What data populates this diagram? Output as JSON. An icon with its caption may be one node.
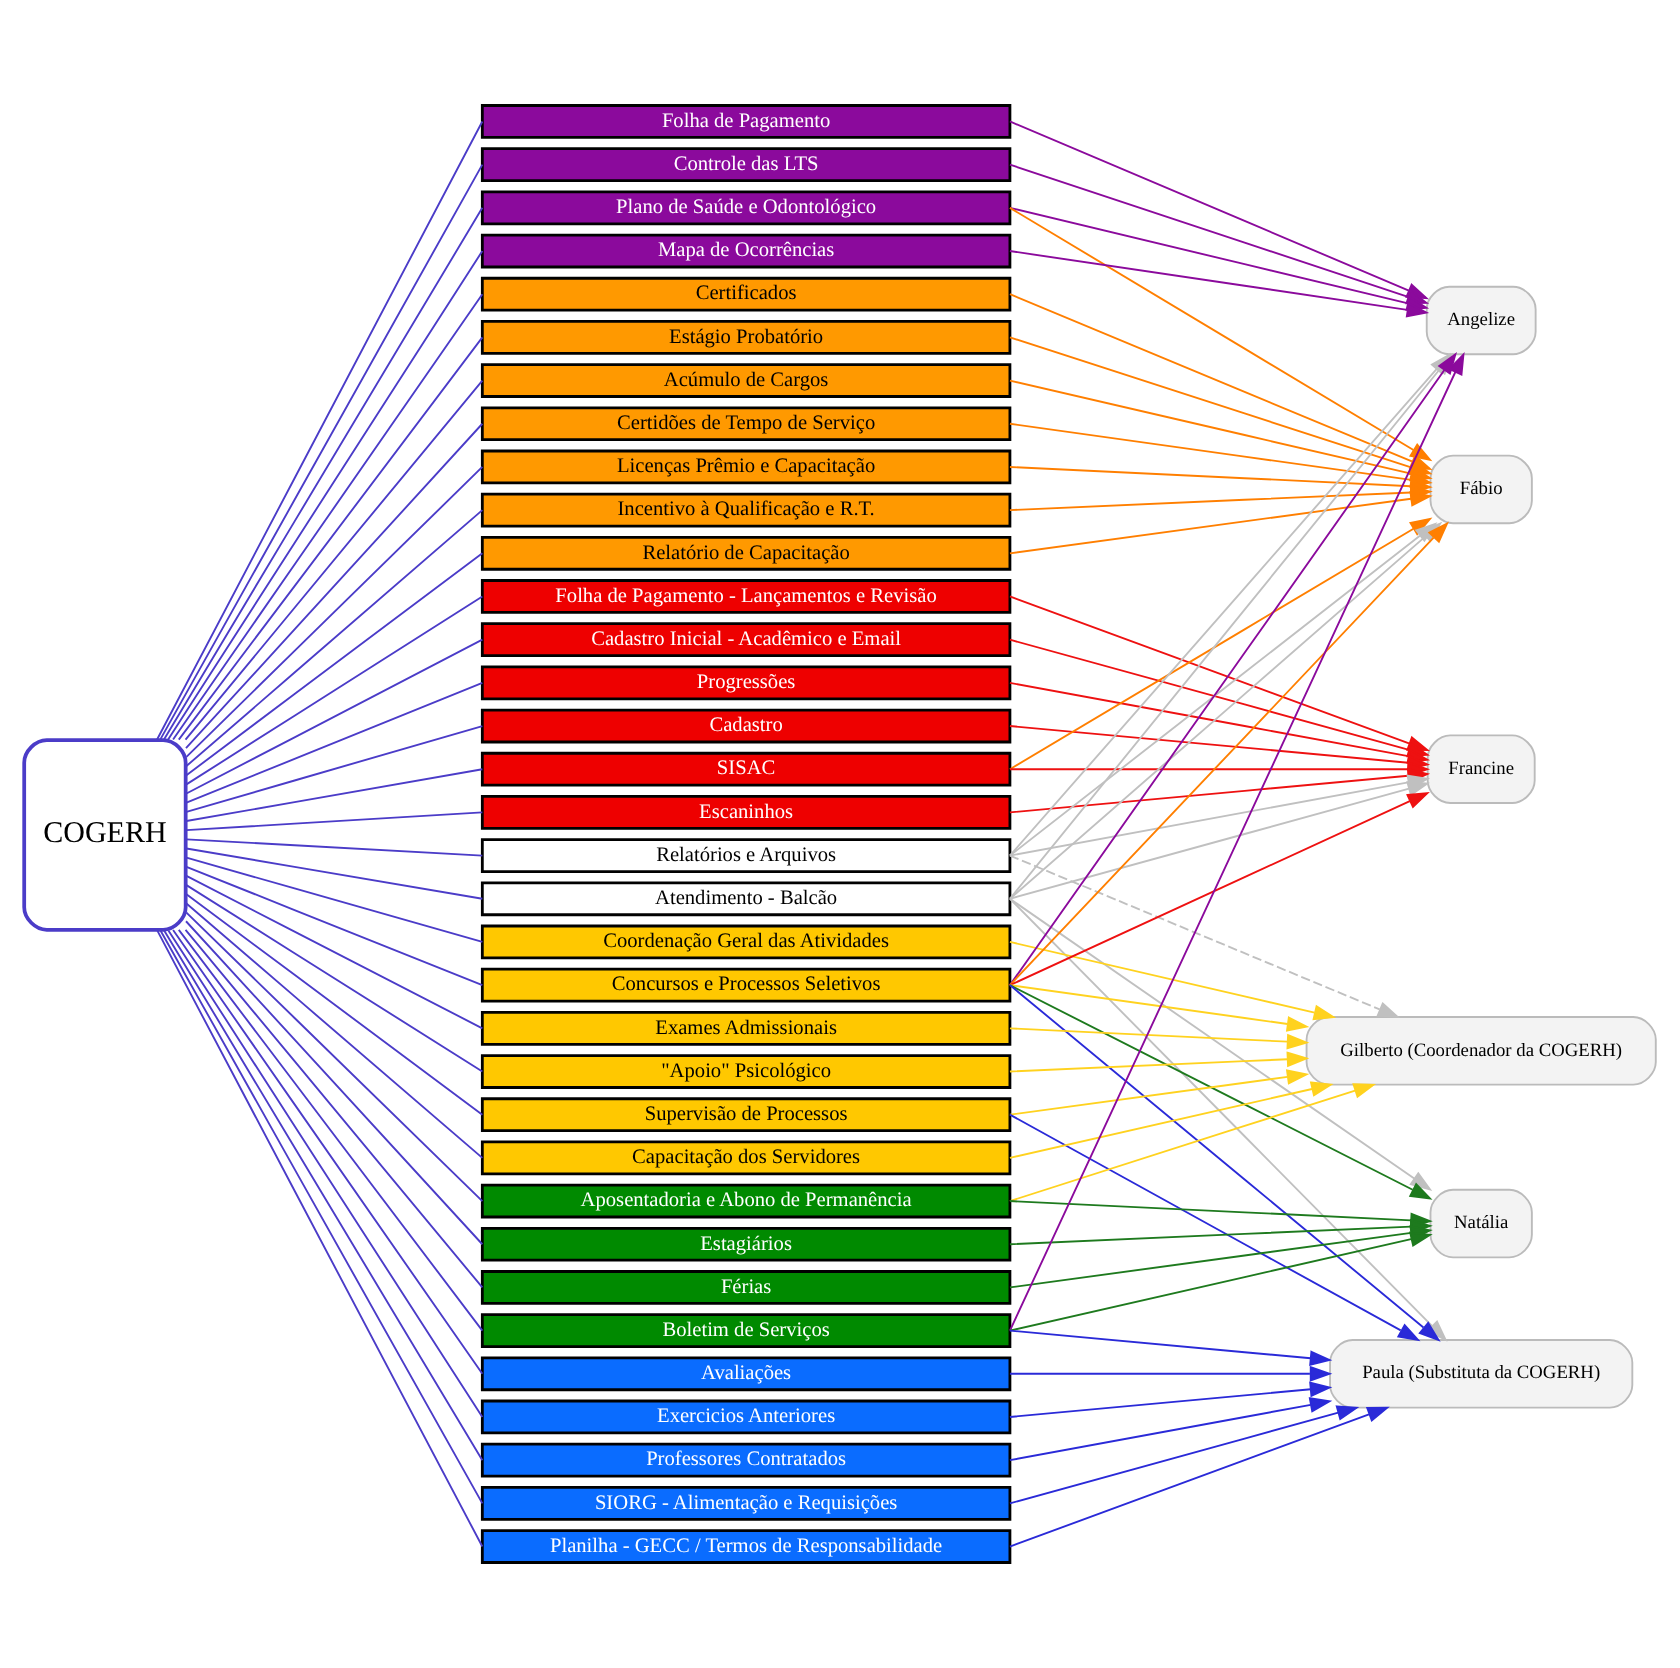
{
  "diagram": {
    "nodes": [
      {
        "text": [
          "COGERH"
        ]
      },
      {
        "text": [
          "Folha de Pagamento"
        ]
      },
      {
        "text": [
          "Controle das LTS"
        ]
      },
      {
        "text": [
          "Plano de Saúde e Odontológico"
        ]
      },
      {
        "text": [
          "Mapa de Ocorrências"
        ]
      },
      {
        "text": [
          "Certificados"
        ]
      },
      {
        "text": [
          "Estágio Probatório"
        ]
      },
      {
        "text": [
          "Acúmulo de Cargos"
        ]
      },
      {
        "text": [
          "Certidões de Tempo de Serviço"
        ]
      },
      {
        "text": [
          "Licenças Prêmio e Capacitação"
        ]
      },
      {
        "text": [
          "Incentivo à Qualificação e R.T."
        ]
      },
      {
        "text": [
          "Relatório de Capacitação"
        ]
      },
      {
        "text": [
          "Folha de Pagamento - Lançamentos e Revisão"
        ]
      },
      {
        "text": [
          "Cadastro Inicial - Acadêmico e Email"
        ]
      },
      {
        "text": [
          "Progressões"
        ]
      },
      {
        "text": [
          "Cadastro"
        ]
      },
      {
        "text": [
          "SISAC"
        ]
      },
      {
        "text": [
          "Escaninhos"
        ]
      },
      {
        "text": [
          "Relatórios e Arquivos"
        ]
      },
      {
        "text": [
          "Atendimento - Balcão"
        ]
      },
      {
        "text": [
          "Coordenação Geral das Atividades"
        ]
      },
      {
        "text": [
          "Concursos e Processos Seletivos"
        ]
      },
      {
        "text": [
          "Exames Admissionais"
        ]
      },
      {
        "text": [
          "\"Apoio\" Psicológico"
        ]
      },
      {
        "text": [
          "Supervisão de Processos"
        ]
      },
      {
        "text": [
          "Capacitação dos Servidores"
        ]
      },
      {
        "text": [
          "Aposentadoria e Abono de Permanência"
        ]
      },
      {
        "text": [
          "Estagiários"
        ]
      },
      {
        "text": [
          "Férias"
        ]
      },
      {
        "text": [
          "Boletim de Serviços"
        ]
      },
      {
        "text": [
          "Avaliações"
        ]
      },
      {
        "text": [
          "Exercicios Anteriores"
        ]
      },
      {
        "text": [
          "Professores Contratados"
        ]
      },
      {
        "text": [
          "SIORG - Alimentação e Requisições"
        ]
      },
      {
        "text": [
          "Planilha - GECC / Termos de Responsabilidade"
        ]
      },
      {
        "text": [
          "Angelize"
        ]
      },
      {
        "text": [
          "Fábio"
        ]
      },
      {
        "text": [
          "Francine"
        ]
      },
      {
        "text": [
          "Gilberto (Coordenador da COGERH)"
        ]
      },
      {
        "text": [
          "Natália"
        ]
      },
      {
        "text": [
          "Paula (Substituta da COGERH)"
        ]
      }
    ],
    "edges": [
      {
        "from": 0,
        "to": 1,
        "arrow": "none",
        "color": "#4b3cc8"
      },
      {
        "from": 0,
        "to": 2,
        "arrow": "none",
        "color": "#4b3cc8"
      },
      {
        "from": 0,
        "to": 3,
        "arrow": "none",
        "color": "#4b3cc8"
      },
      {
        "from": 0,
        "to": 4,
        "arrow": "none",
        "color": "#4b3cc8"
      },
      {
        "from": 0,
        "to": 5,
        "arrow": "none",
        "color": "#4b3cc8"
      },
      {
        "from": 0,
        "to": 6,
        "arrow": "none",
        "color": "#4b3cc8"
      },
      {
        "from": 0,
        "to": 7,
        "arrow": "none",
        "color": "#4b3cc8"
      },
      {
        "from": 0,
        "to": 8,
        "arrow": "none",
        "color": "#4b3cc8"
      },
      {
        "from": 0,
        "to": 9,
        "arrow": "none",
        "color": "#4b3cc8"
      },
      {
        "from": 0,
        "to": 10,
        "arrow": "none",
        "color": "#4b3cc8"
      },
      {
        "from": 0,
        "to": 11,
        "arrow": "none",
        "color": "#4b3cc8"
      },
      {
        "from": 0,
        "to": 12,
        "arrow": "none",
        "color": "#4b3cc8"
      },
      {
        "from": 0,
        "to": 13,
        "arrow": "none",
        "color": "#4b3cc8"
      },
      {
        "from": 0,
        "to": 14,
        "arrow": "none",
        "color": "#4b3cc8"
      },
      {
        "from": 0,
        "to": 15,
        "arrow": "none",
        "color": "#4b3cc8"
      },
      {
        "from": 0,
        "to": 16,
        "arrow": "none",
        "color": "#4b3cc8"
      },
      {
        "from": 0,
        "to": 17,
        "arrow": "none",
        "color": "#4b3cc8"
      },
      {
        "from": 0,
        "to": 18,
        "arrow": "none",
        "color": "#4b3cc8"
      },
      {
        "from": 0,
        "to": 19,
        "arrow": "none",
        "color": "#4b3cc8"
      },
      {
        "from": 0,
        "to": 20,
        "arrow": "none",
        "color": "#4b3cc8"
      },
      {
        "from": 0,
        "to": 21,
        "arrow": "none",
        "color": "#4b3cc8"
      },
      {
        "from": 0,
        "to": 22,
        "arrow": "none",
        "color": "#4b3cc8"
      },
      {
        "from": 0,
        "to": 23,
        "arrow": "none",
        "color": "#4b3cc8"
      },
      {
        "from": 0,
        "to": 24,
        "arrow": "none",
        "color": "#4b3cc8"
      },
      {
        "from": 0,
        "to": 25,
        "arrow": "none",
        "color": "#4b3cc8"
      },
      {
        "from": 0,
        "to": 26,
        "arrow": "none",
        "color": "#4b3cc8"
      },
      {
        "from": 0,
        "to": 27,
        "arrow": "none",
        "color": "#4b3cc8"
      },
      {
        "from": 0,
        "to": 28,
        "arrow": "none",
        "color": "#4b3cc8"
      },
      {
        "from": 0,
        "to": 29,
        "arrow": "none",
        "color": "#4b3cc8"
      },
      {
        "from": 0,
        "to": 30,
        "arrow": "none",
        "color": "#4b3cc8"
      },
      {
        "from": 0,
        "to": 31,
        "arrow": "none",
        "color": "#4b3cc8"
      },
      {
        "from": 0,
        "to": 32,
        "arrow": "none",
        "color": "#4b3cc8"
      },
      {
        "from": 0,
        "to": 33,
        "arrow": "none",
        "color": "#4b3cc8"
      },
      {
        "from": 0,
        "to": 34,
        "arrow": "none",
        "color": "#4b3cc8"
      },
      {
        "from": 1,
        "to": 35,
        "arrow": "to",
        "color": "#8b0a9c"
      },
      {
        "from": 2,
        "to": 35,
        "arrow": "to",
        "color": "#8b0a9c"
      },
      {
        "from": 3,
        "to": 35,
        "arrow": "to",
        "color": "#8b0a9c"
      },
      {
        "from": 4,
        "to": 35,
        "arrow": "to",
        "color": "#8b0a9c"
      },
      {
        "from": 3,
        "to": 36,
        "arrow": "to",
        "color": "#ff7f00"
      },
      {
        "from": 5,
        "to": 36,
        "arrow": "to",
        "color": "#ff7f00"
      },
      {
        "from": 6,
        "to": 36,
        "arrow": "to",
        "color": "#ff7f00"
      },
      {
        "from": 7,
        "to": 36,
        "arrow": "to",
        "color": "#ff7f00"
      },
      {
        "from": 8,
        "to": 36,
        "arrow": "to",
        "color": "#ff7f00"
      },
      {
        "from": 9,
        "to": 36,
        "arrow": "to",
        "color": "#ff7f00"
      },
      {
        "from": 10,
        "to": 36,
        "arrow": "to",
        "color": "#ff7f00"
      },
      {
        "from": 11,
        "to": 36,
        "arrow": "to",
        "color": "#ff7f00"
      },
      {
        "from": 16,
        "to": 36,
        "arrow": "to",
        "color": "#ff7f00"
      },
      {
        "from": 21,
        "to": 36,
        "arrow": "to",
        "color": "#ff7f00"
      },
      {
        "from": 12,
        "to": 37,
        "arrow": "to",
        "color": "#ee1111"
      },
      {
        "from": 13,
        "to": 37,
        "arrow": "to",
        "color": "#ee1111"
      },
      {
        "from": 14,
        "to": 37,
        "arrow": "to",
        "color": "#ee1111"
      },
      {
        "from": 15,
        "to": 37,
        "arrow": "to",
        "color": "#ee1111"
      },
      {
        "from": 16,
        "to": 37,
        "arrow": "to",
        "color": "#ee1111"
      },
      {
        "from": 17,
        "to": 37,
        "arrow": "to",
        "color": "#ee1111"
      },
      {
        "from": 21,
        "to": 37,
        "arrow": "to",
        "color": "#ee1111"
      },
      {
        "from": 18,
        "to": 35,
        "arrow": "to",
        "color": "#c0c0c0"
      },
      {
        "from": 18,
        "to": 36,
        "arrow": "to",
        "color": "#c0c0c0"
      },
      {
        "from": 18,
        "to": 37,
        "arrow": "to",
        "color": "#c0c0c0"
      },
      {
        "from": 18,
        "to": 38,
        "arrow": "to",
        "style": "dashed",
        "color": "#c0c0c0"
      },
      {
        "from": 19,
        "to": 35,
        "arrow": "to",
        "color": "#c0c0c0"
      },
      {
        "from": 19,
        "to": 36,
        "arrow": "to",
        "color": "#c0c0c0"
      },
      {
        "from": 19,
        "to": 37,
        "arrow": "to",
        "color": "#c0c0c0"
      },
      {
        "from": 19,
        "to": 39,
        "arrow": "to",
        "color": "#c0c0c0"
      },
      {
        "from": 19,
        "to": 40,
        "arrow": "to",
        "color": "#c0c0c0"
      },
      {
        "from": 21,
        "to": 35,
        "arrow": "to",
        "color": "#8b0a9c"
      },
      {
        "from": 29,
        "to": 35,
        "arrow": "to",
        "color": "#8b0a9c"
      },
      {
        "from": 20,
        "to": 38,
        "arrow": "to",
        "color": "#ffd21f"
      },
      {
        "from": 21,
        "to": 38,
        "arrow": "to",
        "color": "#ffd21f"
      },
      {
        "from": 22,
        "to": 38,
        "arrow": "to",
        "color": "#ffd21f"
      },
      {
        "from": 23,
        "to": 38,
        "arrow": "to",
        "color": "#ffd21f"
      },
      {
        "from": 24,
        "to": 38,
        "arrow": "to",
        "color": "#ffd21f"
      },
      {
        "from": 25,
        "to": 38,
        "arrow": "to",
        "color": "#ffd21f"
      },
      {
        "from": 26,
        "to": 38,
        "arrow": "to",
        "color": "#ffd21f"
      },
      {
        "from": 21,
        "to": 39,
        "arrow": "to",
        "color": "#1e7a1e"
      },
      {
        "from": 26,
        "to": 39,
        "arrow": "to",
        "color": "#1e7a1e"
      },
      {
        "from": 27,
        "to": 39,
        "arrow": "to",
        "color": "#1e7a1e"
      },
      {
        "from": 28,
        "to": 39,
        "arrow": "to",
        "color": "#1e7a1e"
      },
      {
        "from": 29,
        "to": 39,
        "arrow": "to",
        "color": "#1e7a1e"
      },
      {
        "from": 21,
        "to": 40,
        "arrow": "to",
        "color": "#2a2ad8"
      },
      {
        "from": 24,
        "to": 40,
        "arrow": "to",
        "color": "#2a2ad8"
      },
      {
        "from": 29,
        "to": 40,
        "arrow": "to",
        "color": "#2a2ad8"
      },
      {
        "from": 30,
        "to": 40,
        "arrow": "to",
        "color": "#2a2ad8"
      },
      {
        "from": 31,
        "to": 40,
        "arrow": "to",
        "color": "#2a2ad8"
      },
      {
        "from": 32,
        "to": 40,
        "arrow": "to",
        "color": "#2a2ad8"
      },
      {
        "from": 33,
        "to": 40,
        "arrow": "to",
        "color": "#2a2ad8"
      },
      {
        "from": 34,
        "to": 40,
        "arrow": "to",
        "color": "#2a2ad8"
      }
    ]
  }
}
